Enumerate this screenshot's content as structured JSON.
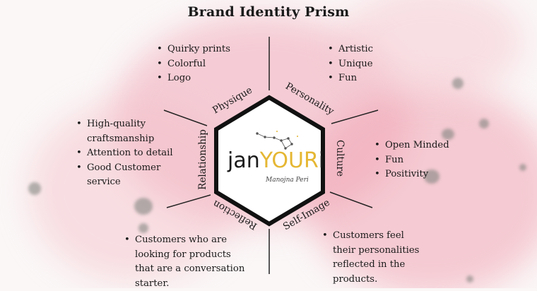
{
  "title": "Brand Identity Prism",
  "facets": {
    "physique": "Physique",
    "personality": "Personality",
    "culture": "Culture",
    "self_image": "Self-Image",
    "reflection": "Reflection",
    "relationship": "Relationship"
  },
  "lists": {
    "physique": [
      "Quirky prints",
      "Colorful",
      "Logo"
    ],
    "personality": [
      "Artistic",
      "Unique",
      "Fun"
    ],
    "culture": [
      "Open Minded",
      "Fun",
      "Positivity"
    ],
    "relationship": [
      "High-quality craftsmanship",
      "Attention to detail",
      "Good Customer service"
    ],
    "reflection": [
      "Customers who are looking for products that are a conversation starter."
    ],
    "self_image": [
      "Customers feel their personalities reflected in the products."
    ]
  },
  "logo": {
    "part1": "jan",
    "part2": "YOUR",
    "part3": "i",
    "tagline": "Manojna Peri"
  },
  "colors": {
    "accent_gold": "#e5b733",
    "ink": "#1a1a1a",
    "wash_pink": "#f0aab9"
  }
}
